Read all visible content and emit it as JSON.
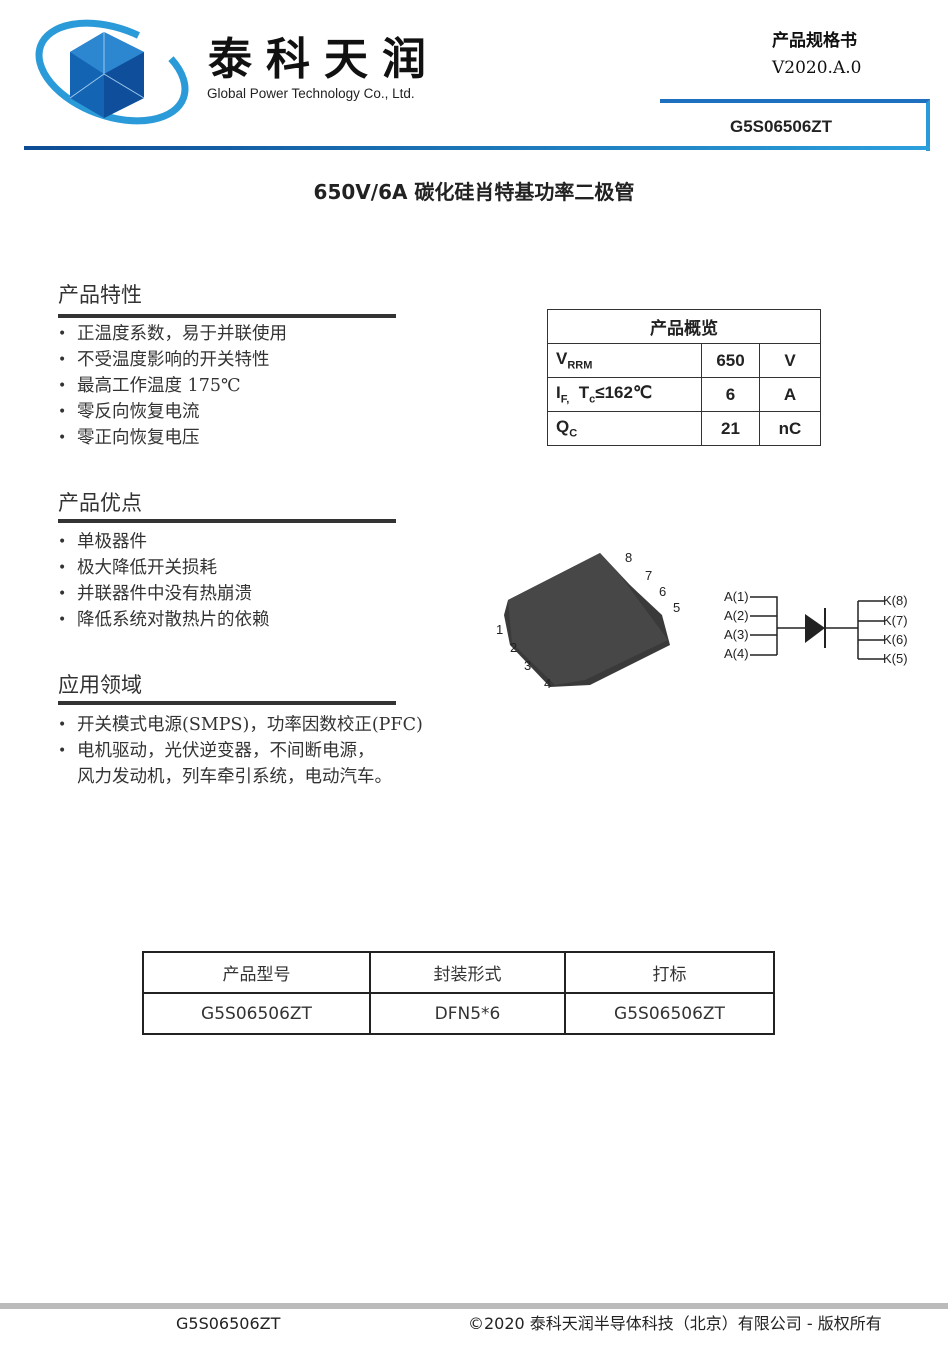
{
  "header": {
    "company_cn": "泰科天润",
    "company_en": "Global Power Technology Co., Ltd.",
    "doc_type": "产品规格书",
    "version": "V2020.A.0",
    "part_number": "G5S06506ZT"
  },
  "title": "650V/6A  碳化硅肖特基功率二极管",
  "features": {
    "heading": "产品特性",
    "items": [
      "正温度系数，易于并联使用",
      "不受温度影响的开关特性",
      "最高工作温度 175℃",
      "零反向恢复电流",
      "零正向恢复电压"
    ]
  },
  "advantages": {
    "heading": "产品优点",
    "items": [
      "单极器件",
      "极大降低开关损耗",
      "并联器件中没有热崩溃",
      "降低系统对散热片的依赖"
    ]
  },
  "applications": {
    "heading": "应用领域",
    "items": [
      "开关模式电源(SMPS)，功率因数校正(PFC)",
      "电机驱动，光伏逆变器，不间断电源，",
      "风力发动机，列车牵引系统，电动汽车。"
    ]
  },
  "overview": {
    "heading": "产品概览",
    "rows": [
      {
        "param": "V",
        "sub": "RRM",
        "extra": "",
        "value": "650",
        "unit": "V"
      },
      {
        "param": "I",
        "sub": "F,",
        "extra": "  T",
        "sub2": "c",
        "cond": "≤162℃",
        "value": "6",
        "unit": "A"
      },
      {
        "param": "Q",
        "sub": "C",
        "extra": "",
        "value": "21",
        "unit": "nC"
      }
    ]
  },
  "package": {
    "pins": [
      "1",
      "2",
      "3",
      "4",
      "5",
      "6",
      "7",
      "8"
    ],
    "anodes": [
      "A(1)",
      "A(2)",
      "A(3)",
      "A(4)"
    ],
    "cathodes": [
      "K(8)",
      "K(7)",
      "K(6)",
      "K(5)"
    ]
  },
  "order_table": {
    "headers": [
      "产品型号",
      "封装形式",
      "打标"
    ],
    "row": [
      "G5S06506ZT",
      "DFN5*6",
      "G5S06506ZT"
    ]
  },
  "footer": {
    "part": "G5S06506ZT",
    "copyright": "©2020 泰科天润半导体科技（北京）有限公司 - 版权所有"
  }
}
